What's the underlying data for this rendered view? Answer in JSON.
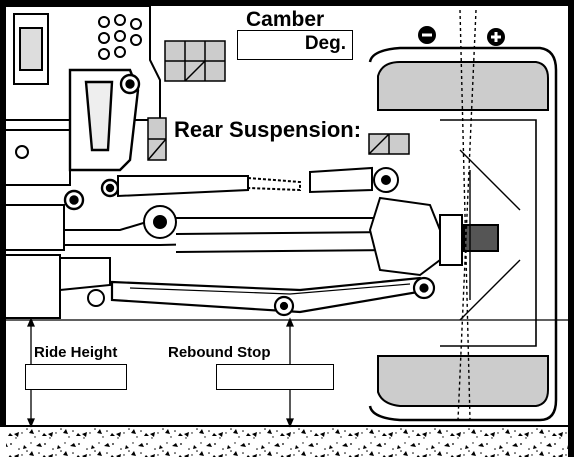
{
  "camber": {
    "title": "Camber",
    "unit": "Deg.",
    "minus_symbol": "−",
    "plus_symbol": "+"
  },
  "rear_suspension": {
    "title": "Rear Suspension:"
  },
  "ride_height": {
    "label": "Ride Height",
    "value": ""
  },
  "rebound_stop": {
    "label": "Rebound Stop",
    "value": ""
  }
}
